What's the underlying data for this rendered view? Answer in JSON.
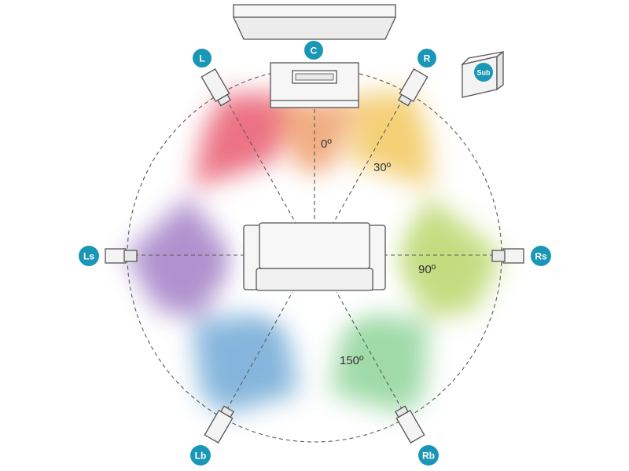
{
  "colors": {
    "badge": "#1a97b6",
    "badge_text": "#ffffff",
    "line": "#5a5a5a",
    "device_fill": "#f4f4f4",
    "device_outline": "#555555",
    "zone_colors": {
      "L": "#e85a6e",
      "C": "#ef9f6a",
      "R": "#f2c85e",
      "Rs": "#b9d76a",
      "Rb": "#8fd49a",
      "Lb": "#6fa9d6",
      "Ls": "#a27fc6"
    }
  },
  "speakers": {
    "C": {
      "label": "C"
    },
    "L": {
      "label": "L"
    },
    "R": {
      "label": "R"
    },
    "Ls": {
      "label": "Ls"
    },
    "Rs": {
      "label": "Rs"
    },
    "Lb": {
      "label": "Lb"
    },
    "Rb": {
      "label": "Rb"
    },
    "Sub": {
      "label": "Sub"
    }
  },
  "angles": {
    "front": "0º",
    "front_side": "30º",
    "side": "90º",
    "rear": "150º"
  }
}
